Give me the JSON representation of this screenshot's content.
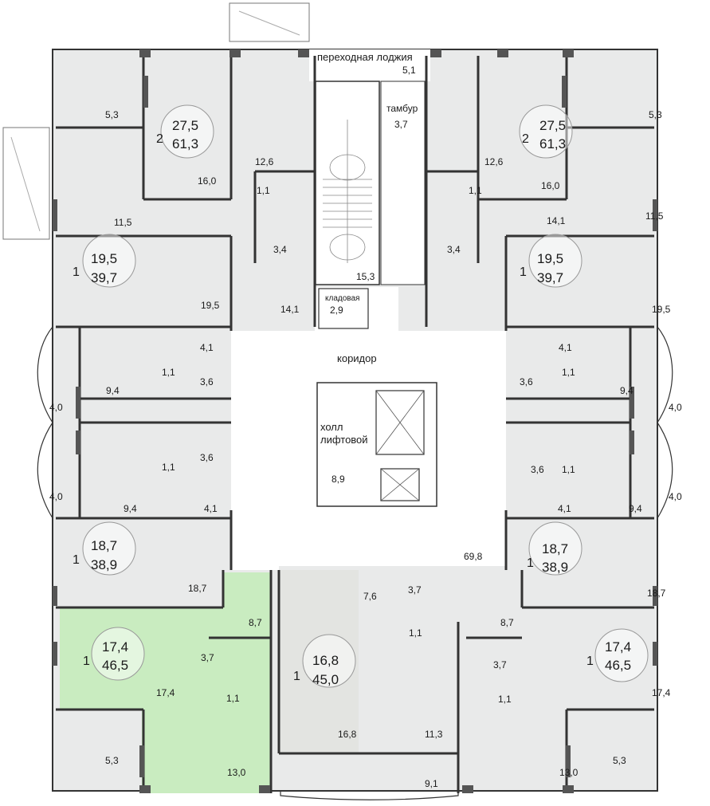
{
  "colors": {
    "room_fill": "#e9eaea",
    "highlight_fill": "#c9ecc0",
    "gray_fill": "#e3e4e1",
    "wall": "#333333",
    "text": "#1a1a1a"
  },
  "labels": {
    "loggia": "переходная лоджия",
    "loggia_area": "5,1",
    "tambour": "тамбур",
    "tambour_area": "3,7",
    "storage": "кладовая",
    "storage_area": "2,9",
    "stair_area": "15,3",
    "corridor": "коридор",
    "corridor_area": "69,8",
    "lift_hall_1": "холл",
    "lift_hall_2": "лифтовой",
    "lift_hall_area": "8,9"
  },
  "apartments": [
    {
      "id": "apt-top-left-2",
      "rooms": "2",
      "living": "27,5",
      "total": "61,3"
    },
    {
      "id": "apt-top-right-2",
      "rooms": "2",
      "living": "27,5",
      "total": "61,3"
    },
    {
      "id": "apt-left-1a",
      "rooms": "1",
      "living": "19,5",
      "total": "39,7"
    },
    {
      "id": "apt-right-1a",
      "rooms": "1",
      "living": "19,5",
      "total": "39,7"
    },
    {
      "id": "apt-left-1b",
      "rooms": "1",
      "living": "18,7",
      "total": "38,9"
    },
    {
      "id": "apt-right-1b",
      "rooms": "1",
      "living": "18,7",
      "total": "38,9"
    },
    {
      "id": "apt-bottom-left-highlight",
      "rooms": "1",
      "living": "17,4",
      "total": "46,5"
    },
    {
      "id": "apt-bottom-right",
      "rooms": "1",
      "living": "17,4",
      "total": "46,5"
    },
    {
      "id": "apt-bottom-center",
      "rooms": "1",
      "living": "16,8",
      "total": "45,0"
    }
  ],
  "room_areas": [
    "5,3",
    "16,0",
    "12,6",
    "1,1",
    "3,4",
    "11,5",
    "14,1",
    "19,5",
    "5,3",
    "16,0",
    "12,6",
    "1,1",
    "3,4",
    "11,5",
    "14,1",
    "19,5",
    "4,1",
    "1,1",
    "3,6",
    "9,4",
    "4,0",
    "1,1",
    "3,6",
    "4,0",
    "9,4",
    "4,1",
    "4,1",
    "1,1",
    "3,6",
    "9,4",
    "4,0",
    "3,6",
    "1,1",
    "4,0",
    "4,1",
    "9,4",
    "18,7",
    "18,7",
    "8,7",
    "3,7",
    "1,1",
    "17,4",
    "5,3",
    "13,0",
    "7,6",
    "3,7",
    "1,1",
    "16,8",
    "11,3",
    "9,1",
    "8,7",
    "3,7",
    "1,1",
    "17,4",
    "13,0",
    "5,3"
  ]
}
